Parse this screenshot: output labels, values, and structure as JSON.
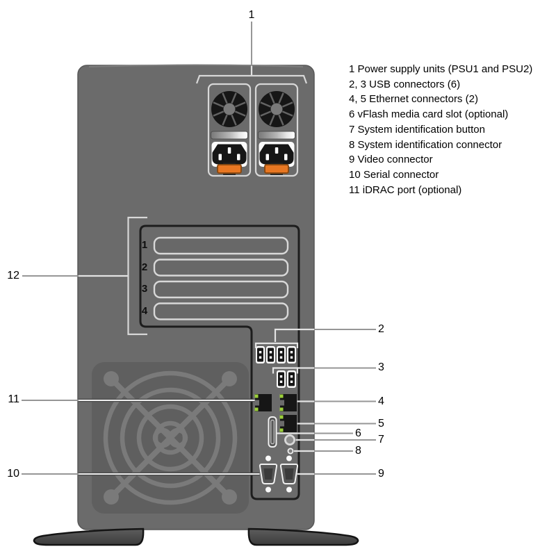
{
  "figure": {
    "description": "Tower server rear view diagram with numbered callouts"
  },
  "legend": {
    "items": [
      "1 Power supply units (PSU1 and PSU2)",
      "2, 3 USB connectors (6)",
      "4, 5 Ethernet connectors (2)",
      "6 vFlash media card slot (optional)",
      "7 System identification button",
      "8 System identification connector",
      "9 Video connector",
      "10 Serial connector",
      "11 iDRAC port (optional)"
    ]
  },
  "callouts": {
    "n1": "1",
    "n2": "2",
    "n3": "3",
    "n4": "4",
    "n5": "5",
    "n6": "6",
    "n7": "7",
    "n8": "8",
    "n9": "9",
    "n10": "10",
    "n11": "11",
    "n12": "12"
  },
  "expansion_slots": {
    "labels": [
      "1",
      "2",
      "3",
      "4"
    ]
  },
  "icons": {
    "psu_fan": "fan-icon",
    "power_inlet": "c14-power-inlet-icon",
    "usb": "usb-port-icon",
    "ethernet": "rj45-port-icon",
    "dsub": "d-sub-connector-icon"
  },
  "colors": {
    "background": "#ffffff",
    "chassis": "#6b6b6b",
    "grille_panel": "#5f5f5f",
    "grille_pattern": "#7a7a7a",
    "panel_outline": "#1d1d1d",
    "detail_light": "#e3e3e3",
    "fan_black": "#161616",
    "latch_orange": "#e87722",
    "led_green": "#9bcf3a",
    "callout_line": "#969696",
    "text": "#000000",
    "feet": "#4d4d4d"
  }
}
